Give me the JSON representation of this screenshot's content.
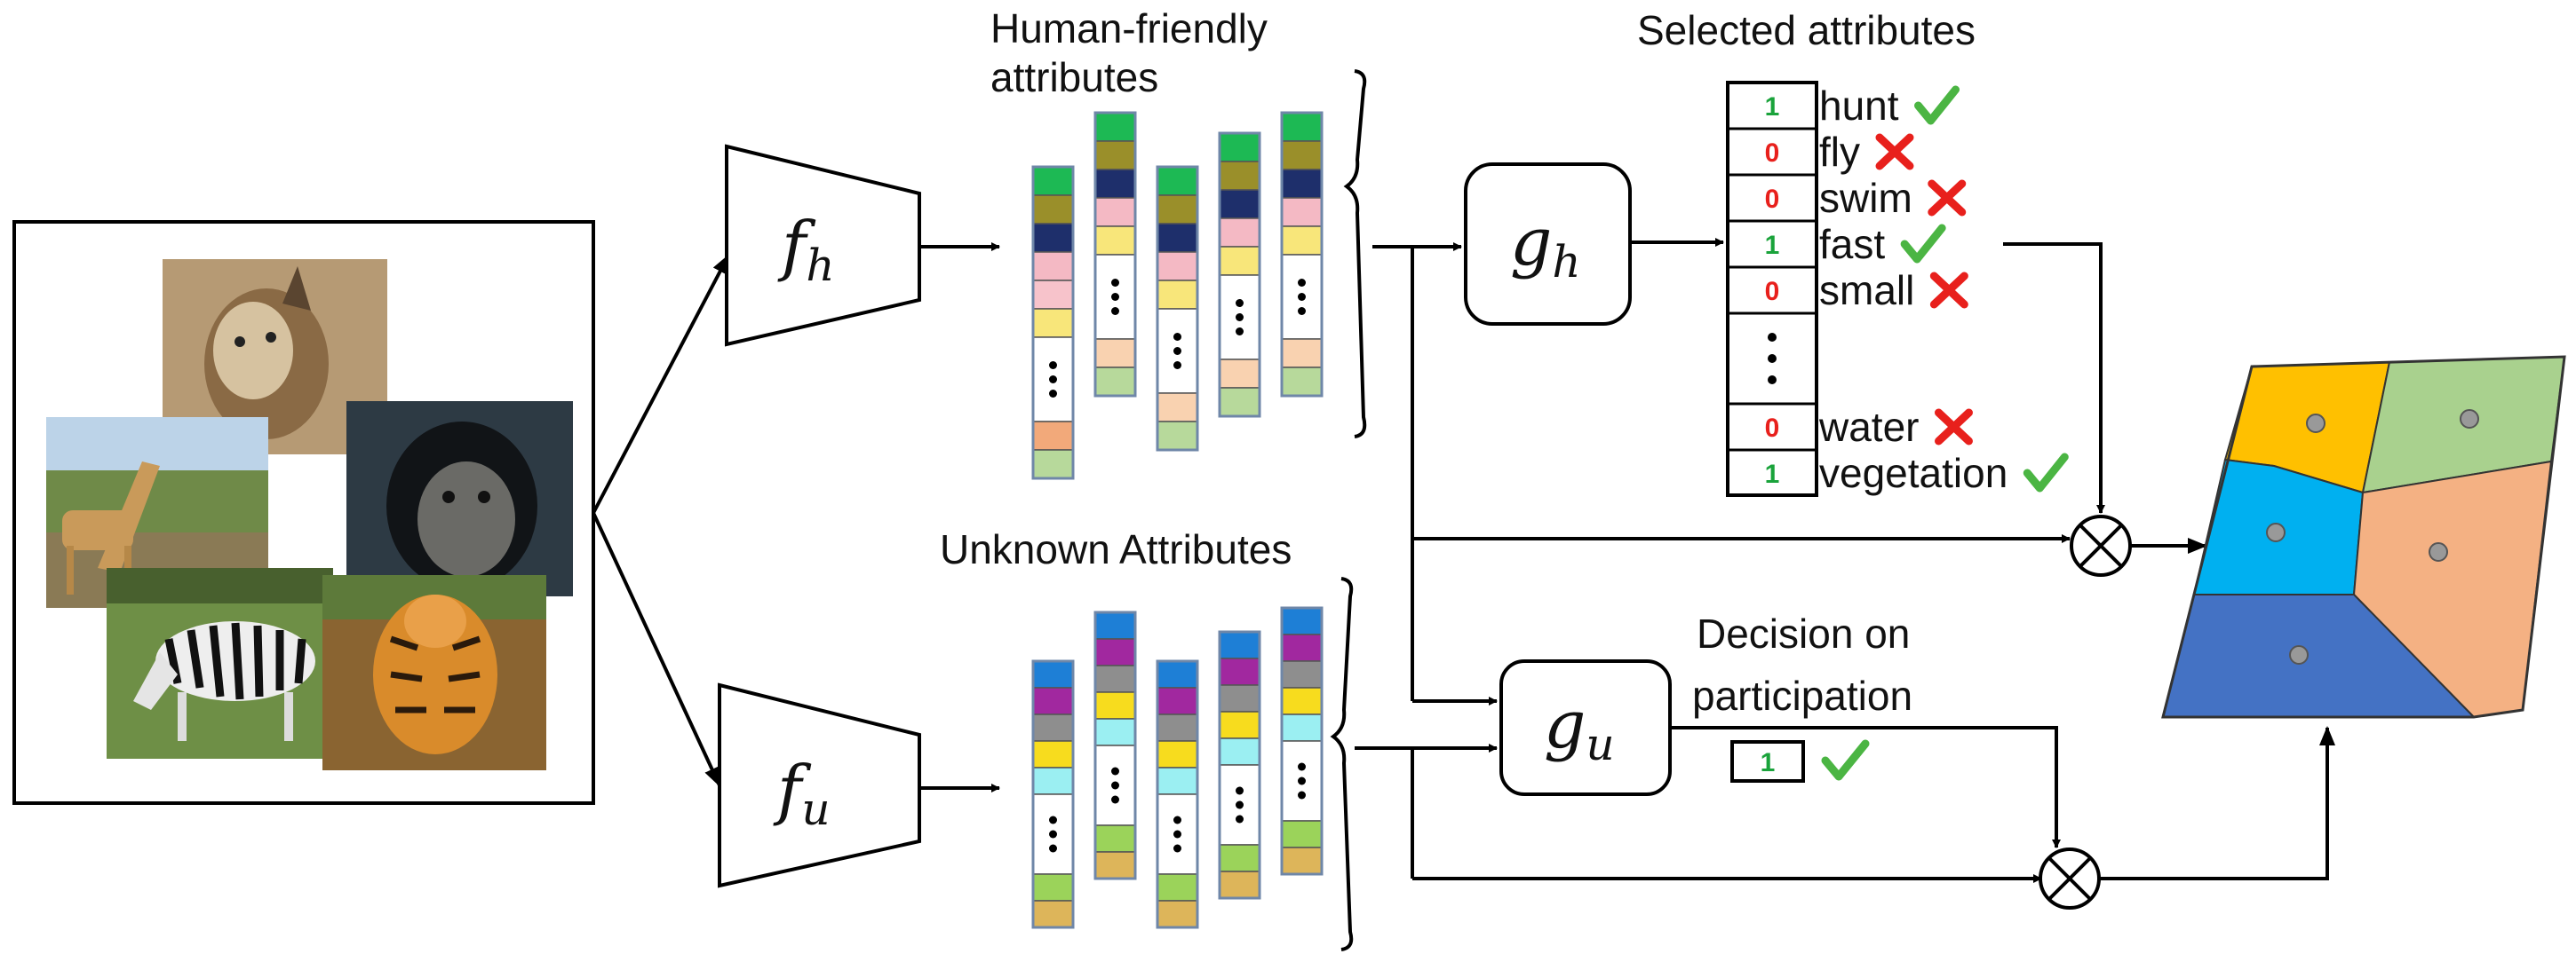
{
  "colors": {
    "green_check": "#4bb543",
    "red_cross": "#e8201c",
    "bit_one": "#1aa33b",
    "bit_zero": "#e8201c"
  },
  "encoders": {
    "fh_base": "f",
    "fh_sub": "h",
    "fu_base": "f",
    "fu_sub": "u"
  },
  "heads": {
    "gh_base": "g",
    "gh_sub": "h",
    "gu_base": "g",
    "gu_sub": "u"
  },
  "human_attributes": {
    "title_line1": "Human-friendly",
    "title_line2": "attributes",
    "palette": [
      "#1db954",
      "#9a8f2a",
      "#1e2f6b",
      "#f4b9c4",
      "#f7c3cb",
      "#f8e67a",
      "#f9d2b0",
      "#b7d99b",
      "#f2a97a"
    ]
  },
  "unknown_attributes": {
    "title": "Unknown Attributes",
    "palette": [
      "#1e7fd6",
      "#a1289f",
      "#8e8e8e",
      "#f7dc1e",
      "#9beff2",
      "#9bd35a",
      "#ddb55a"
    ]
  },
  "selected_attributes": {
    "title": "Selected attributes",
    "rows": [
      {
        "bit": "1",
        "label": "hunt",
        "mark": "check"
      },
      {
        "bit": "0",
        "label": "fly",
        "mark": "cross"
      },
      {
        "bit": "0",
        "label": "swim",
        "mark": "cross"
      },
      {
        "bit": "1",
        "label": "fast",
        "mark": "check"
      },
      {
        "bit": "0",
        "label": "small",
        "mark": "cross"
      },
      {
        "bit": "0",
        "label": "water",
        "mark": "cross"
      },
      {
        "bit": "1",
        "label": "vegetation",
        "mark": "check"
      }
    ]
  },
  "participation": {
    "line1": "Decision on",
    "line2": "participation",
    "bit": "1",
    "mark": "check"
  },
  "photos": [
    {
      "name": "lynx-photo",
      "color": "#b69a74"
    },
    {
      "name": "giraffe-photo",
      "color": "#6f8a48"
    },
    {
      "name": "chimpanzee-photo",
      "color": "#2d3a44"
    },
    {
      "name": "zebra-photo",
      "color": "#6e8f46"
    },
    {
      "name": "tiger-photo",
      "color": "#8a6431"
    }
  ],
  "regions": [
    {
      "name": "region-yellow",
      "color": "#ffc000"
    },
    {
      "name": "region-green",
      "color": "#a9d18e"
    },
    {
      "name": "region-cyan",
      "color": "#00b0f0"
    },
    {
      "name": "region-salmon",
      "color": "#f4b183"
    },
    {
      "name": "region-blue",
      "color": "#4472c4"
    }
  ]
}
